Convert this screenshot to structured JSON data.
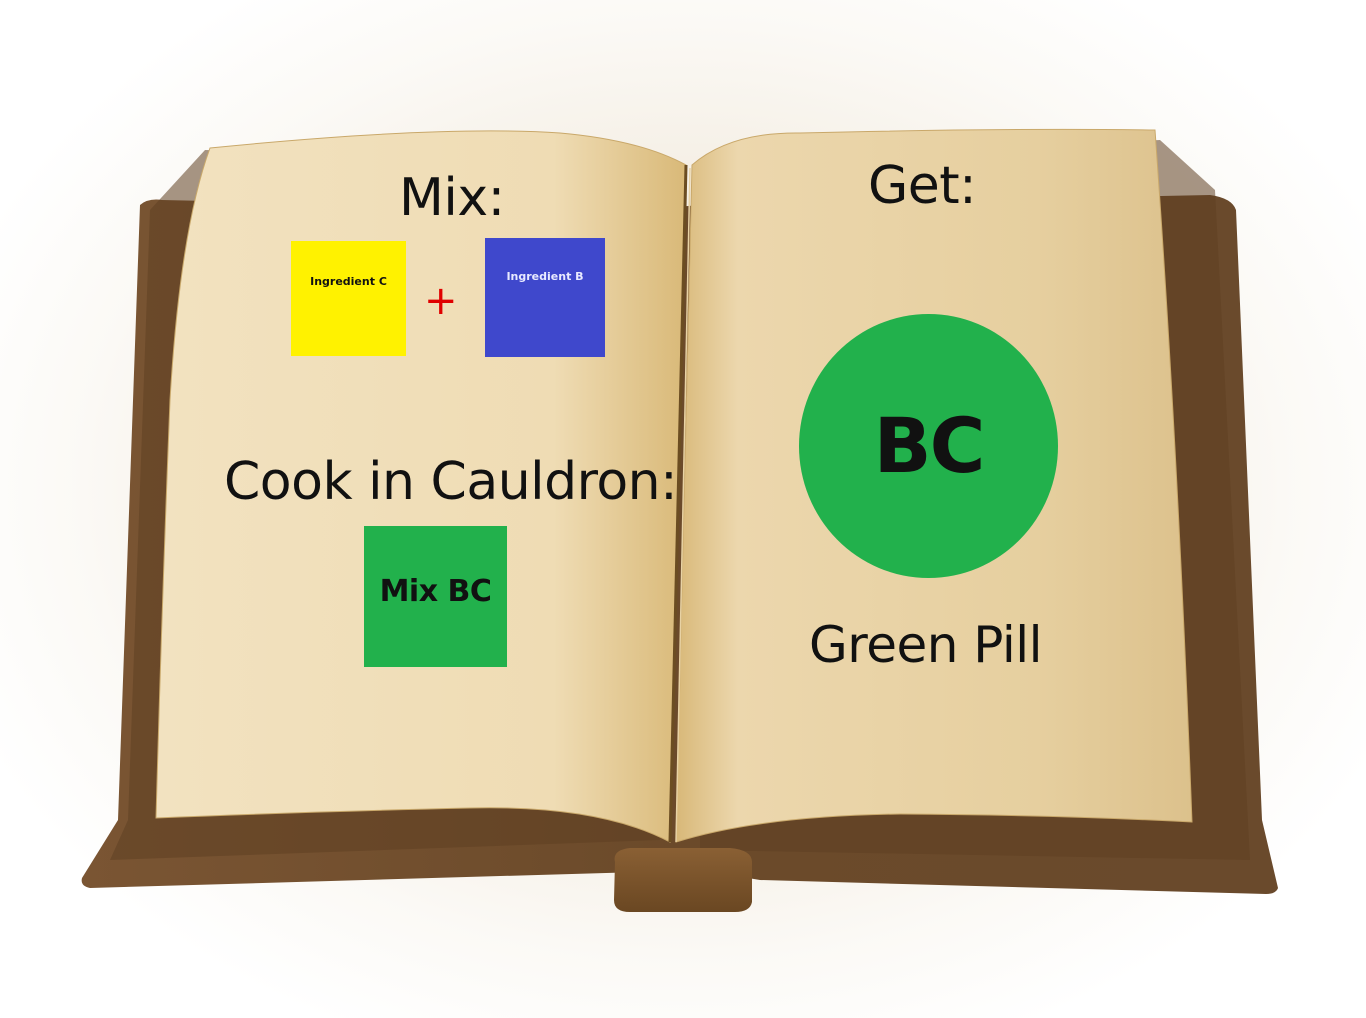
{
  "left_page": {
    "mix_heading": "Mix:",
    "ingredients": [
      {
        "label": "Ingredient C",
        "color": "#fff200",
        "text_color": "#111111"
      },
      {
        "label": "Ingredient B",
        "color": "#3f48cc",
        "text_color": "#e8eaff"
      }
    ],
    "plus_symbol": "+",
    "plus_color": "#e00000",
    "cook_heading": "Cook in Cauldron:",
    "cauldron_item": {
      "label": "Mix BC",
      "color": "#22b14c"
    }
  },
  "right_page": {
    "get_heading": "Get:",
    "result": {
      "label": "BC",
      "color": "#22b14c",
      "shape": "circle"
    },
    "result_name": "Green Pill"
  },
  "colors": {
    "cover": "#6e4e2e",
    "page": "#efdcb6",
    "text": "#111111"
  }
}
